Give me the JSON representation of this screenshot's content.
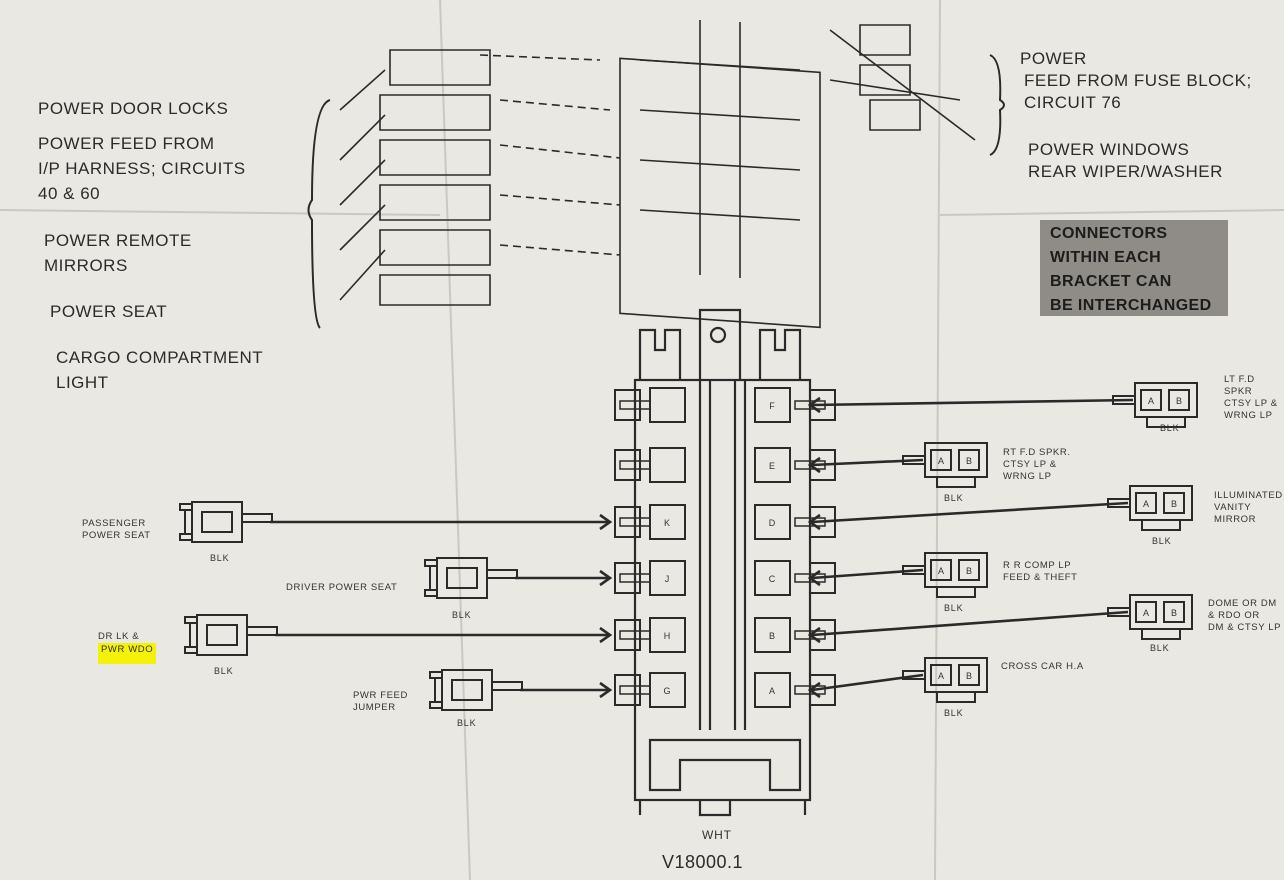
{
  "top_labels_left": {
    "power_door_locks": "POWER DOOR LOCKS",
    "power_feed_ip_line1": "POWER FEED FROM",
    "power_feed_ip_line2": "I/P HARNESS; CIRCUITS",
    "power_feed_ip_line3": "40 & 60",
    "remote_mirrors_line1": "POWER REMOTE",
    "remote_mirrors_line2": "MIRRORS",
    "power_seat": "POWER SEAT",
    "cargo_line1": "CARGO COMPARTMENT",
    "cargo_line2": "LIGHT"
  },
  "top_labels_right": {
    "power_feed_line1": "POWER",
    "power_feed_line2": "FEED FROM FUSE BLOCK;",
    "power_feed_line3": "CIRCUIT 76",
    "windows_line1": "POWER WINDOWS",
    "windows_line2": "REAR WIPER/WASHER"
  },
  "note_box": {
    "line1": "CONNECTORS",
    "line2": "WITHIN EACH",
    "line3": "BRACKET CAN",
    "line4": "BE INTERCHANGED"
  },
  "left_connectors": [
    {
      "line1": "PASSENGER",
      "line2": "POWER SEAT",
      "color": "BLK",
      "cavity": "K"
    },
    {
      "line1": "DRIVER POWER SEAT",
      "line2": "",
      "color": "BLK",
      "cavity": "J"
    },
    {
      "line1": "DR LK &",
      "line2": "PWR WDO",
      "color": "BLK",
      "cavity": "H",
      "highlighted": true
    },
    {
      "line1": "PWR FEED",
      "line2": "JUMPER",
      "color": "BLK",
      "cavity": "G"
    }
  ],
  "right_connectors": [
    {
      "lines": [
        "LT F.D SPKR",
        "CTSY LP &",
        "WRNG LP"
      ],
      "color": "BLK",
      "cavity": "F"
    },
    {
      "lines": [
        "RT F.D SPKR.",
        "CTSY LP &",
        "WRNG LP"
      ],
      "color": "BLK",
      "cavity": "E"
    },
    {
      "lines": [
        "ILLUMINATED",
        "VANITY MIRROR"
      ],
      "color": "BLK",
      "cavity": "D"
    },
    {
      "lines": [
        "R R COMP LP",
        "FEED & THEFT"
      ],
      "color": "BLK",
      "cavity": "C"
    },
    {
      "lines": [
        "DOME OR DM",
        "& RDO OR",
        "DM & CTSY LP"
      ],
      "color": "BLK",
      "cavity": "B"
    },
    {
      "lines": [
        "CROSS CAR H.A"
      ],
      "color": "BLK",
      "cavity": "A"
    }
  ],
  "pin_labels": {
    "a": "A",
    "b": "B"
  },
  "block_color": "WHT",
  "figure_id": "V18000.1",
  "highlight_color": "#f4f20a"
}
